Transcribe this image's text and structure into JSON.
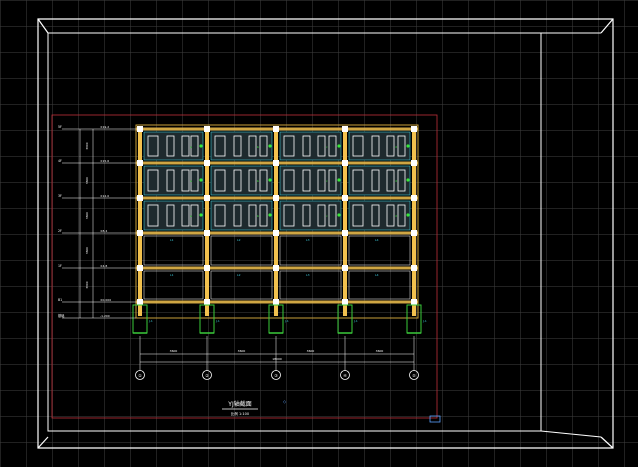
{
  "drawing": {
    "title": "YJ轴截面",
    "subtitle": "比例 1:100",
    "total_width_label": "18000",
    "bay_labels": [
      "3600",
      "3600",
      "3600",
      "3600"
    ],
    "grid_axes": [
      "①",
      "②",
      "③",
      "④",
      "⑤"
    ],
    "floor_labels": [
      "5F",
      "4F",
      "3F",
      "2F",
      "1F",
      "B1",
      "基础"
    ],
    "level_labels": [
      "±19.2",
      "±15.6",
      "±12.0",
      "±8.4",
      "±4.8",
      "±0.000",
      "-1.200"
    ],
    "height_labels": [
      "3600",
      "3600",
      "3600",
      "3600",
      "3600"
    ],
    "upper_room_tags": [
      "a",
      "b",
      "c",
      "d"
    ],
    "lower_room_tags": [
      "L1",
      "L2",
      "L3",
      "L4"
    ],
    "footing_tags": [
      "J-1",
      "J-1",
      "J-1",
      "J-1",
      "J-1"
    ]
  },
  "colors": {
    "frame": "#ffffff",
    "sheet_border": "#c0303a",
    "beam": "#e6b84a",
    "column": "#f2c14e",
    "window": "#ffffff",
    "cyan_text": "#3cc8d8",
    "green_text": "#38e838",
    "footing": "#3acb3a",
    "dimension": "#ffffff"
  }
}
